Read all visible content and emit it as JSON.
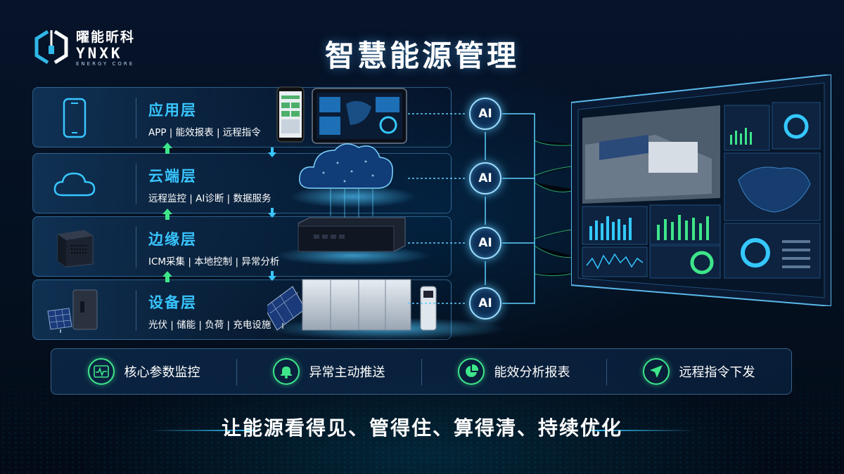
{
  "brand": {
    "name_cn": "曜能昕科",
    "name_en": "YNXK",
    "tagline": "ENERGY CORE"
  },
  "title": "智慧能源管理",
  "layers": [
    {
      "name": "应用层",
      "desc": "APP | 能效报表 | 远程指令",
      "icon": "smartphone-icon"
    },
    {
      "name": "云端层",
      "desc": "远程监控 | AI诊断 | 数据服务",
      "icon": "cloud-icon"
    },
    {
      "name": "边缘层",
      "desc": "ICM采集 | 本地控制 | 异常分析",
      "icon": "edge-box-icon"
    },
    {
      "name": "设备层",
      "desc": "光伏 | 储能 | 负荷 | 充电设施",
      "icon": "solar-storage-icon"
    }
  ],
  "ai_label": "AI",
  "features": [
    {
      "label": "核心参数监控",
      "icon": "pulse-monitor-icon"
    },
    {
      "label": "异常主动推送",
      "icon": "bell-icon"
    },
    {
      "label": "能效分析报表",
      "icon": "pie-chart-icon"
    },
    {
      "label": "远程指令下发",
      "icon": "send-icon"
    }
  ],
  "slogan": "让能源看得见、管得住、算得清、持续优化",
  "colors": {
    "accent": "#38c6ff",
    "green": "#3ee68a",
    "background": "#040d1c"
  }
}
